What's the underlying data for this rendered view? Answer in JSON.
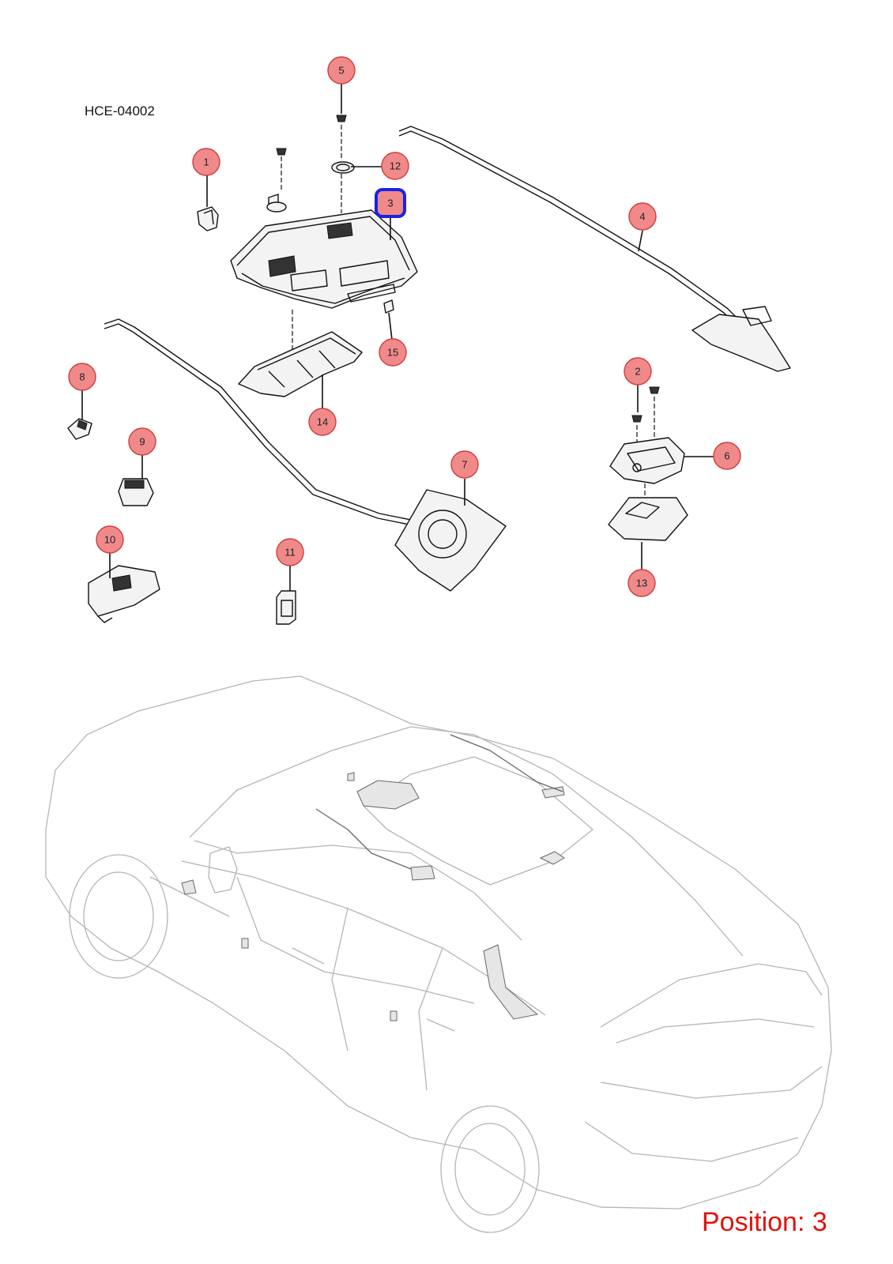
{
  "diagram": {
    "code": "HCE-04002",
    "position_label": "Position: 3",
    "highlight_stroke": "#1b22e0",
    "callout_fill": "#f08a8a",
    "position_color": "#e0140c"
  },
  "callouts": [
    {
      "id": "1",
      "selected": false
    },
    {
      "id": "2",
      "selected": false
    },
    {
      "id": "3",
      "selected": true
    },
    {
      "id": "4",
      "selected": false
    },
    {
      "id": "5",
      "selected": false
    },
    {
      "id": "6",
      "selected": false
    },
    {
      "id": "7",
      "selected": false
    },
    {
      "id": "8",
      "selected": false
    },
    {
      "id": "9",
      "selected": false
    },
    {
      "id": "10",
      "selected": false
    },
    {
      "id": "11",
      "selected": false
    },
    {
      "id": "12",
      "selected": false
    },
    {
      "id": "13",
      "selected": false
    },
    {
      "id": "14",
      "selected": false
    },
    {
      "id": "15",
      "selected": false
    }
  ]
}
